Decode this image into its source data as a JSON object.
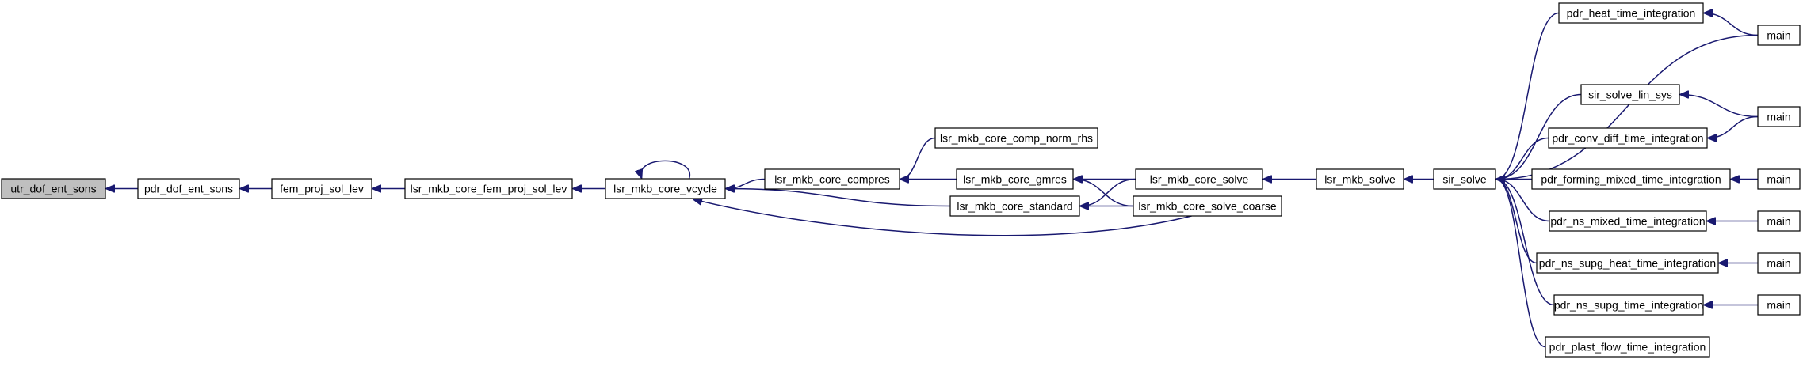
{
  "graph": {
    "nodes": [
      {
        "id": "utr_dof_ent_sons",
        "label": "utr_dof_ent_sons",
        "highlight": true
      },
      {
        "id": "pdr_dof_ent_sons",
        "label": "pdr_dof_ent_sons"
      },
      {
        "id": "fem_proj_sol_lev",
        "label": "fem_proj_sol_lev"
      },
      {
        "id": "lsr_mkb_core_fem_proj_sol_lev",
        "label": "lsr_mkb_core_fem_proj_sol_lev"
      },
      {
        "id": "lsr_mkb_core_vcycle",
        "label": "lsr_mkb_core_vcycle"
      },
      {
        "id": "lsr_mkb_core_compres",
        "label": "lsr_mkb_core_compres"
      },
      {
        "id": "lsr_mkb_core_comp_norm_rhs",
        "label": "lsr_mkb_core_comp_norm_rhs"
      },
      {
        "id": "lsr_mkb_core_gmres",
        "label": "lsr_mkb_core_gmres"
      },
      {
        "id": "lsr_mkb_core_standard",
        "label": "lsr_mkb_core_standard"
      },
      {
        "id": "lsr_mkb_core_solve",
        "label": "lsr_mkb_core_solve"
      },
      {
        "id": "lsr_mkb_core_solve_coarse",
        "label": "lsr_mkb_core_solve_coarse"
      },
      {
        "id": "lsr_mkb_solve",
        "label": "lsr_mkb_solve"
      },
      {
        "id": "sir_solve",
        "label": "sir_solve"
      },
      {
        "id": "pdr_heat_time_integration",
        "label": "pdr_heat_time_integration"
      },
      {
        "id": "sir_solve_lin_sys",
        "label": "sir_solve_lin_sys"
      },
      {
        "id": "pdr_conv_diff_time_integration",
        "label": "pdr_conv_diff_time_integration"
      },
      {
        "id": "pdr_forming_mixed_time_integration",
        "label": "pdr_forming_mixed_time_integration"
      },
      {
        "id": "pdr_ns_mixed_time_integration",
        "label": "pdr_ns_mixed_time_integration"
      },
      {
        "id": "pdr_ns_supg_heat_time_integration",
        "label": "pdr_ns_supg_heat_time_integration"
      },
      {
        "id": "pdr_ns_supg_time_integration",
        "label": "pdr_ns_supg_time_integration"
      },
      {
        "id": "pdr_plast_flow_time_integration",
        "label": "pdr_plast_flow_time_integration"
      },
      {
        "id": "main_1",
        "label": "main"
      },
      {
        "id": "main_2",
        "label": "main"
      },
      {
        "id": "main_3",
        "label": "main"
      },
      {
        "id": "main_4",
        "label": "main"
      },
      {
        "id": "main_5",
        "label": "main"
      },
      {
        "id": "main_6",
        "label": "main"
      }
    ],
    "edges": [
      {
        "from": "pdr_dof_ent_sons",
        "to": "utr_dof_ent_sons"
      },
      {
        "from": "fem_proj_sol_lev",
        "to": "pdr_dof_ent_sons"
      },
      {
        "from": "lsr_mkb_core_fem_proj_sol_lev",
        "to": "fem_proj_sol_lev"
      },
      {
        "from": "lsr_mkb_core_vcycle",
        "to": "lsr_mkb_core_fem_proj_sol_lev"
      },
      {
        "from": "lsr_mkb_core_vcycle",
        "to": "lsr_mkb_core_vcycle"
      },
      {
        "from": "lsr_mkb_core_compres",
        "to": "lsr_mkb_core_vcycle"
      },
      {
        "from": "lsr_mkb_core_standard",
        "to": "lsr_mkb_core_vcycle"
      },
      {
        "from": "lsr_mkb_core_solve_coarse",
        "to": "lsr_mkb_core_vcycle"
      },
      {
        "from": "lsr_mkb_core_comp_norm_rhs",
        "to": "lsr_mkb_core_compres"
      },
      {
        "from": "lsr_mkb_core_gmres",
        "to": "lsr_mkb_core_compres"
      },
      {
        "from": "lsr_mkb_core_solve",
        "to": "lsr_mkb_core_gmres"
      },
      {
        "from": "lsr_mkb_core_solve_coarse",
        "to": "lsr_mkb_core_gmres"
      },
      {
        "from": "lsr_mkb_core_solve",
        "to": "lsr_mkb_core_standard"
      },
      {
        "from": "lsr_mkb_core_solve_coarse",
        "to": "lsr_mkb_core_standard"
      },
      {
        "from": "lsr_mkb_solve",
        "to": "lsr_mkb_core_solve"
      },
      {
        "from": "sir_solve",
        "to": "lsr_mkb_solve"
      },
      {
        "from": "pdr_heat_time_integration",
        "to": "sir_solve"
      },
      {
        "from": "main_1",
        "to": "sir_solve"
      },
      {
        "from": "sir_solve_lin_sys",
        "to": "sir_solve"
      },
      {
        "from": "pdr_conv_diff_time_integration",
        "to": "sir_solve"
      },
      {
        "from": "pdr_forming_mixed_time_integration",
        "to": "sir_solve"
      },
      {
        "from": "pdr_ns_mixed_time_integration",
        "to": "sir_solve"
      },
      {
        "from": "pdr_ns_supg_heat_time_integration",
        "to": "sir_solve"
      },
      {
        "from": "pdr_ns_supg_time_integration",
        "to": "sir_solve"
      },
      {
        "from": "pdr_plast_flow_time_integration",
        "to": "sir_solve"
      },
      {
        "from": "main_1",
        "to": "pdr_heat_time_integration"
      },
      {
        "from": "main_2",
        "to": "sir_solve_lin_sys"
      },
      {
        "from": "main_2",
        "to": "pdr_conv_diff_time_integration"
      },
      {
        "from": "main_3",
        "to": "pdr_forming_mixed_time_integration"
      },
      {
        "from": "main_4",
        "to": "pdr_ns_mixed_time_integration"
      },
      {
        "from": "main_5",
        "to": "pdr_ns_supg_heat_time_integration"
      },
      {
        "from": "main_6",
        "to": "pdr_ns_supg_time_integration"
      }
    ]
  }
}
